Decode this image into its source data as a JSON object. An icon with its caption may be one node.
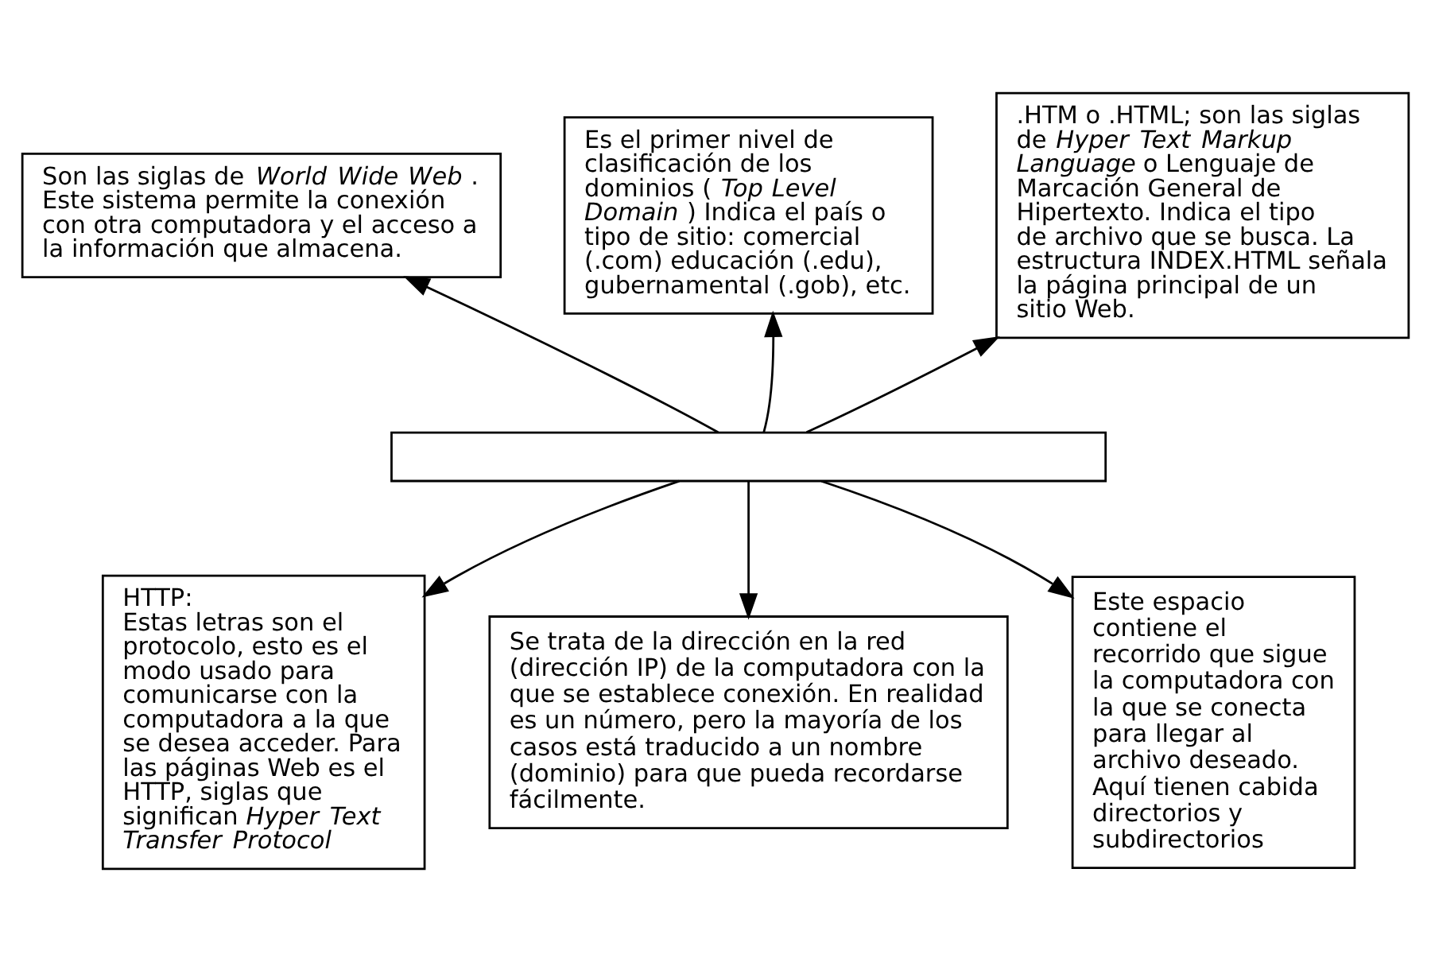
{
  "diagram": {
    "nodes": [
      {
        "text": [
          "Son las siglas de *World Wide Web*. Este sistema permite la conexión con otra computadora y el acceso a la información que almacena."
        ]
      },
      {
        "text": [
          "Es el primer nivel de clasificación de los dominios (*Top Level Domain*) Indica el país o tipo de sitio: comercial (.com) educación (.edu), gubernamental (.gob), etc."
        ]
      },
      {
        "text": [
          ".HTM o .HTML; son las siglas de *Hyper Text Markup Language* o Lenguaje de Marcación General de Hipertexto. Indica el tipo de archivo que se busca. La estructura INDEX.HTML señala la página principal de un sitio Web."
        ]
      },
      {
        "text": [],
        "shape": "box"
      },
      {
        "text": [
          "HTTP:",
          "Estas letras son el protocolo, esto es el modo usado para comunicarse con la computadora a la que se desea acceder. Para las páginas Web es el HTTP, siglas que significan *Hyper Text Transfer Protocol*"
        ]
      },
      {
        "text": [
          "Se trata de la dirección en la red (dirección IP) de la computadora con la que se establece conexión. En realidad es un número, pero la mayoría de los casos está traducido a un nombre (dominio) para que pueda recordarse fácilmente."
        ]
      },
      {
        "text": [
          "Este espacio contiene el recorrido que sigue la computadora con la que se conecta para llegar al archivo deseado. Aquí tienen cabida directorios y subdirectorios"
        ]
      }
    ],
    "edges": [
      {
        "from": 3,
        "to": 0,
        "arrow": "to"
      },
      {
        "from": 3,
        "to": 1,
        "arrow": "to"
      },
      {
        "from": 3,
        "to": 2,
        "arrow": "to"
      },
      {
        "from": 3,
        "to": 4,
        "arrow": "to"
      },
      {
        "from": 3,
        "to": 5,
        "arrow": "to"
      },
      {
        "from": 3,
        "to": 6,
        "arrow": "to"
      }
    ]
  }
}
